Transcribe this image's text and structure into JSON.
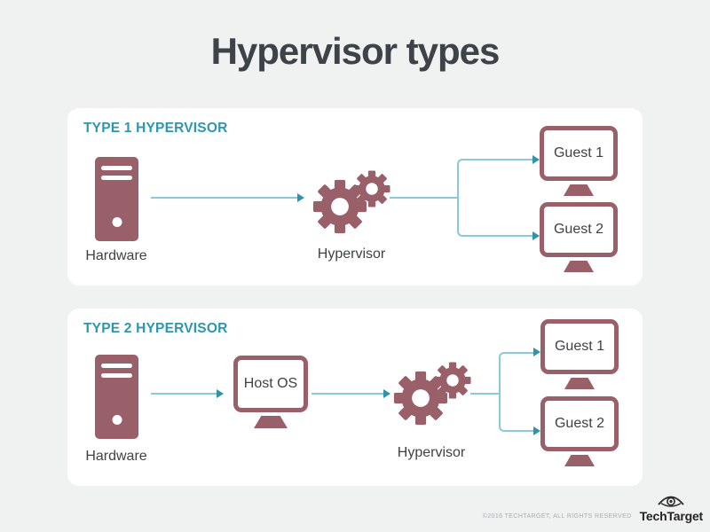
{
  "title": "Hypervisor types",
  "panels": [
    {
      "heading": "TYPE 1 HYPERVISOR",
      "hardware": "Hardware",
      "hypervisor": "Hypervisor",
      "guests": [
        "Guest 1",
        "Guest 2"
      ]
    },
    {
      "heading": "TYPE 2 HYPERVISOR",
      "hardware": "Hardware",
      "host_os": "Host OS",
      "hypervisor": "Hypervisor",
      "guests": [
        "Guest 1",
        "Guest 2"
      ]
    }
  ],
  "footer": {
    "copyright": "©2016 TECHTARGET, ALL RIGHTS RESERVED",
    "brand": "TechTarget"
  },
  "colors": {
    "background": "#f0f1f1",
    "panel": "#ffffff",
    "accent_teal": "#2e96ad",
    "connector_blue": "#8bc8d9",
    "arrowhead_teal": "#2f93ab",
    "icon_mauve": "#99606a",
    "title_text": "#3e4349",
    "label_text": "#3d4247"
  }
}
